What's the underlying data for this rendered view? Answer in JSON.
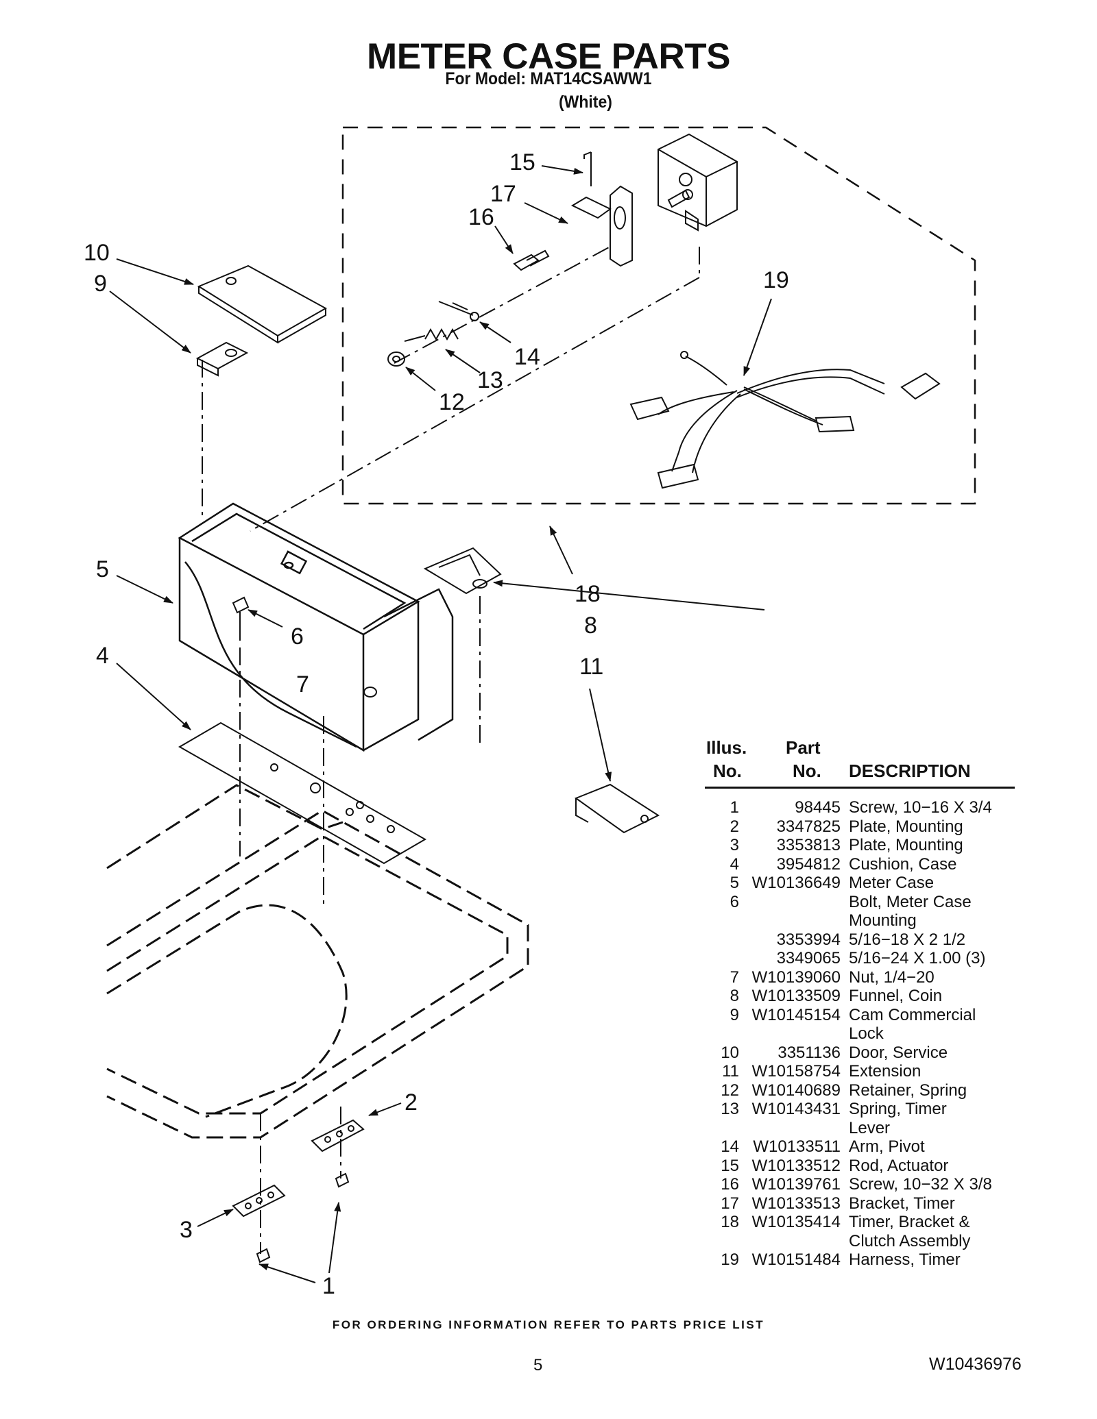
{
  "header": {
    "title": "METER CASE PARTS",
    "model": "For Model: MAT14CSAWW1",
    "color": "(White)"
  },
  "callouts": [
    "1",
    "2",
    "3",
    "4",
    "5",
    "6",
    "7",
    "8",
    "9",
    "10",
    "11",
    "12",
    "13",
    "14",
    "15",
    "16",
    "17",
    "18",
    "19"
  ],
  "parts_table": {
    "headers": {
      "illus_line1": "Illus.",
      "illus_line2": "No.",
      "part_line1": "Part",
      "part_line2": "No.",
      "description": "DESCRIPTION"
    },
    "rows": [
      {
        "illus": "1",
        "part": "98445",
        "desc": "Screw, 10−16 X 3/4"
      },
      {
        "illus": "2",
        "part": "3347825",
        "desc": "Plate, Mounting"
      },
      {
        "illus": "3",
        "part": "3353813",
        "desc": "Plate, Mounting"
      },
      {
        "illus": "4",
        "part": "3954812",
        "desc": "Cushion, Case"
      },
      {
        "illus": "5",
        "part": "W10136649",
        "desc": "Meter Case"
      },
      {
        "illus": "6",
        "part": "",
        "desc": "Bolt, Meter Case"
      },
      {
        "illus": "",
        "part": "",
        "desc": "Mounting"
      },
      {
        "illus": "",
        "part": "3353994",
        "desc": "5/16−18 X 2 1/2"
      },
      {
        "illus": "",
        "part": "3349065",
        "desc": "5/16−24 X 1.00 (3)"
      },
      {
        "illus": "7",
        "part": "W10139060",
        "desc": "Nut, 1/4−20"
      },
      {
        "illus": "8",
        "part": "W10133509",
        "desc": "Funnel, Coin"
      },
      {
        "illus": "9",
        "part": "W10145154",
        "desc": "Cam Commercial"
      },
      {
        "illus": "",
        "part": "",
        "desc": "Lock"
      },
      {
        "illus": "10",
        "part": "3351136",
        "desc": "Door, Service"
      },
      {
        "illus": "11",
        "part": "W10158754",
        "desc": "Extension"
      },
      {
        "illus": "12",
        "part": "W10140689",
        "desc": "Retainer, Spring"
      },
      {
        "illus": "13",
        "part": "W10143431",
        "desc": "Spring, Timer"
      },
      {
        "illus": "",
        "part": "",
        "desc": "Lever"
      },
      {
        "illus": "14",
        "part": "W10133511",
        "desc": "Arm, Pivot"
      },
      {
        "illus": "15",
        "part": "W10133512",
        "desc": "Rod, Actuator"
      },
      {
        "illus": "16",
        "part": "W10139761",
        "desc": "Screw, 10−32 X 3/8"
      },
      {
        "illus": "17",
        "part": "W10133513",
        "desc": "Bracket, Timer"
      },
      {
        "illus": "18",
        "part": "W10135414",
        "desc": "Timer, Bracket &"
      },
      {
        "illus": "",
        "part": "",
        "desc": "Clutch Assembly"
      },
      {
        "illus": "19",
        "part": "W10151484",
        "desc": "Harness, Timer"
      }
    ]
  },
  "footer": {
    "ordering_note": "FOR ORDERING INFORMATION REFER TO PARTS PRICE LIST",
    "page_number": "5",
    "document_number": "W10436976"
  }
}
